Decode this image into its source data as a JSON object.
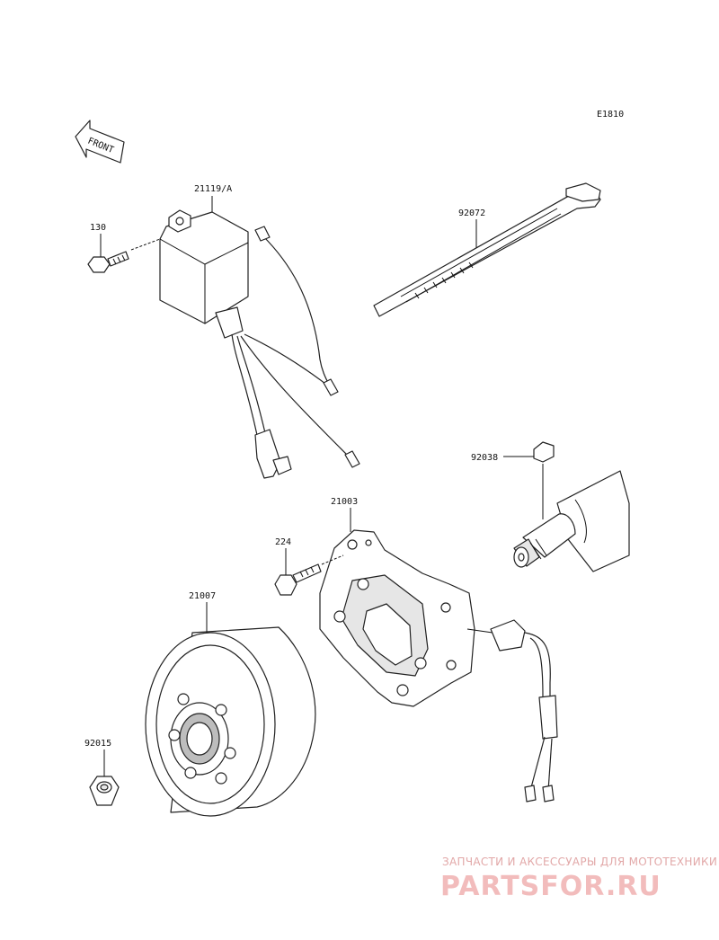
{
  "diagram": {
    "code": "E1810",
    "front_label": "FRONT",
    "parts": [
      {
        "id": "21119/A"
      },
      {
        "id": "130"
      },
      {
        "id": "92072"
      },
      {
        "id": "92038"
      },
      {
        "id": "21003"
      },
      {
        "id": "224"
      },
      {
        "id": "21007"
      },
      {
        "id": "92015"
      }
    ]
  },
  "watermark": {
    "tagline": "ЗАПЧАСТИ И АКСЕССУАРЫ ДЛЯ МОТОТЕХНИКИ",
    "brand": "PARTSFOR.RU",
    "color": "#f2bcbc"
  }
}
